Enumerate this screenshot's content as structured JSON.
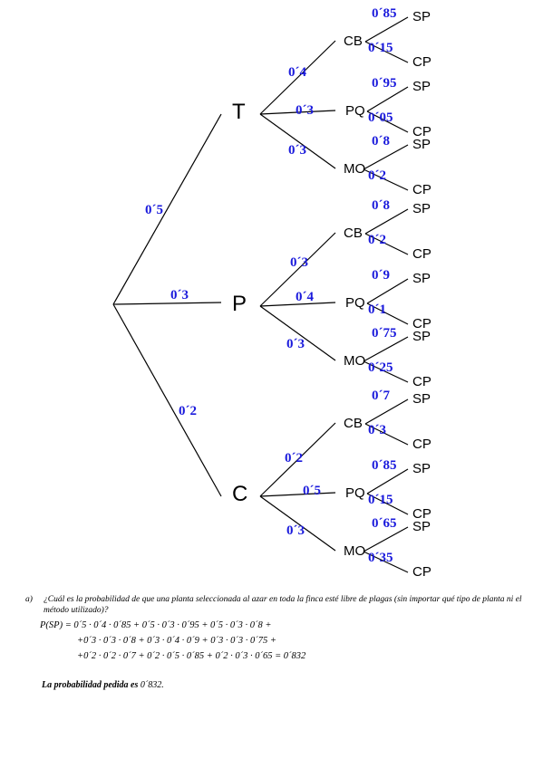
{
  "tree": {
    "level1": [
      {
        "label": "T",
        "prob": "0´5",
        "children": [
          {
            "label": "CB",
            "prob": "0´4",
            "leaves": [
              {
                "label": "SP",
                "prob": "0´85"
              },
              {
                "label": "CP",
                "prob": "0´15"
              }
            ]
          },
          {
            "label": "PQ",
            "prob": "0´3",
            "leaves": [
              {
                "label": "SP",
                "prob": "0´95"
              },
              {
                "label": "CP",
                "prob": "0´05"
              }
            ]
          },
          {
            "label": "MO",
            "prob": "0´3",
            "leaves": [
              {
                "label": "SP",
                "prob": "0´8"
              },
              {
                "label": "CP",
                "prob": "0´2"
              }
            ]
          }
        ]
      },
      {
        "label": "P",
        "prob": "0´3",
        "children": [
          {
            "label": "CB",
            "prob": "0´3",
            "leaves": [
              {
                "label": "SP",
                "prob": "0´8"
              },
              {
                "label": "CP",
                "prob": "0´2"
              }
            ]
          },
          {
            "label": "PQ",
            "prob": "0´4",
            "leaves": [
              {
                "label": "SP",
                "prob": "0´9"
              },
              {
                "label": "CP",
                "prob": "0´1"
              }
            ]
          },
          {
            "label": "MO",
            "prob": "0´3",
            "leaves": [
              {
                "label": "SP",
                "prob": "0´75"
              },
              {
                "label": "CP",
                "prob": "0´25"
              }
            ]
          }
        ]
      },
      {
        "label": "C",
        "prob": "0´2",
        "children": [
          {
            "label": "CB",
            "prob": "0´2",
            "leaves": [
              {
                "label": "SP",
                "prob": "0´7"
              },
              {
                "label": "CP",
                "prob": "0´3"
              }
            ]
          },
          {
            "label": "PQ",
            "prob": "0´5",
            "leaves": [
              {
                "label": "SP",
                "prob": "0´85"
              },
              {
                "label": "CP",
                "prob": "0´15"
              }
            ]
          },
          {
            "label": "MO",
            "prob": "0´3",
            "leaves": [
              {
                "label": "SP",
                "prob": "0´65"
              },
              {
                "label": "CP",
                "prob": "0´35"
              }
            ]
          }
        ]
      }
    ]
  },
  "question": {
    "letter": "a)",
    "text": "¿Cuál es la probabilidad de que una planta seleccionada al azar en toda la finca esté libre de plagas (sin importar qué tipo de planta ni el método utilizado)?"
  },
  "formula": {
    "line1": "P(SP) = 0´5 · 0´4 · 0´85 + 0´5 · 0´3 · 0´95 + 0´5 · 0´3 · 0´8 +",
    "line2": "+0´3 · 0´3 · 0´8 + 0´3 · 0´4 · 0´9 + 0´3 · 0´3 · 0´75 +",
    "line3": "+0´2 · 0´2 · 0´7 + 0´2 · 0´5 · 0´85 + 0´2 · 0´3 · 0´65 = 0´832"
  },
  "answer": {
    "label": "La probabilidad pedida es",
    "value": "0´832."
  },
  "colors": {
    "probability": "#1a1adc",
    "line": "#000000"
  }
}
